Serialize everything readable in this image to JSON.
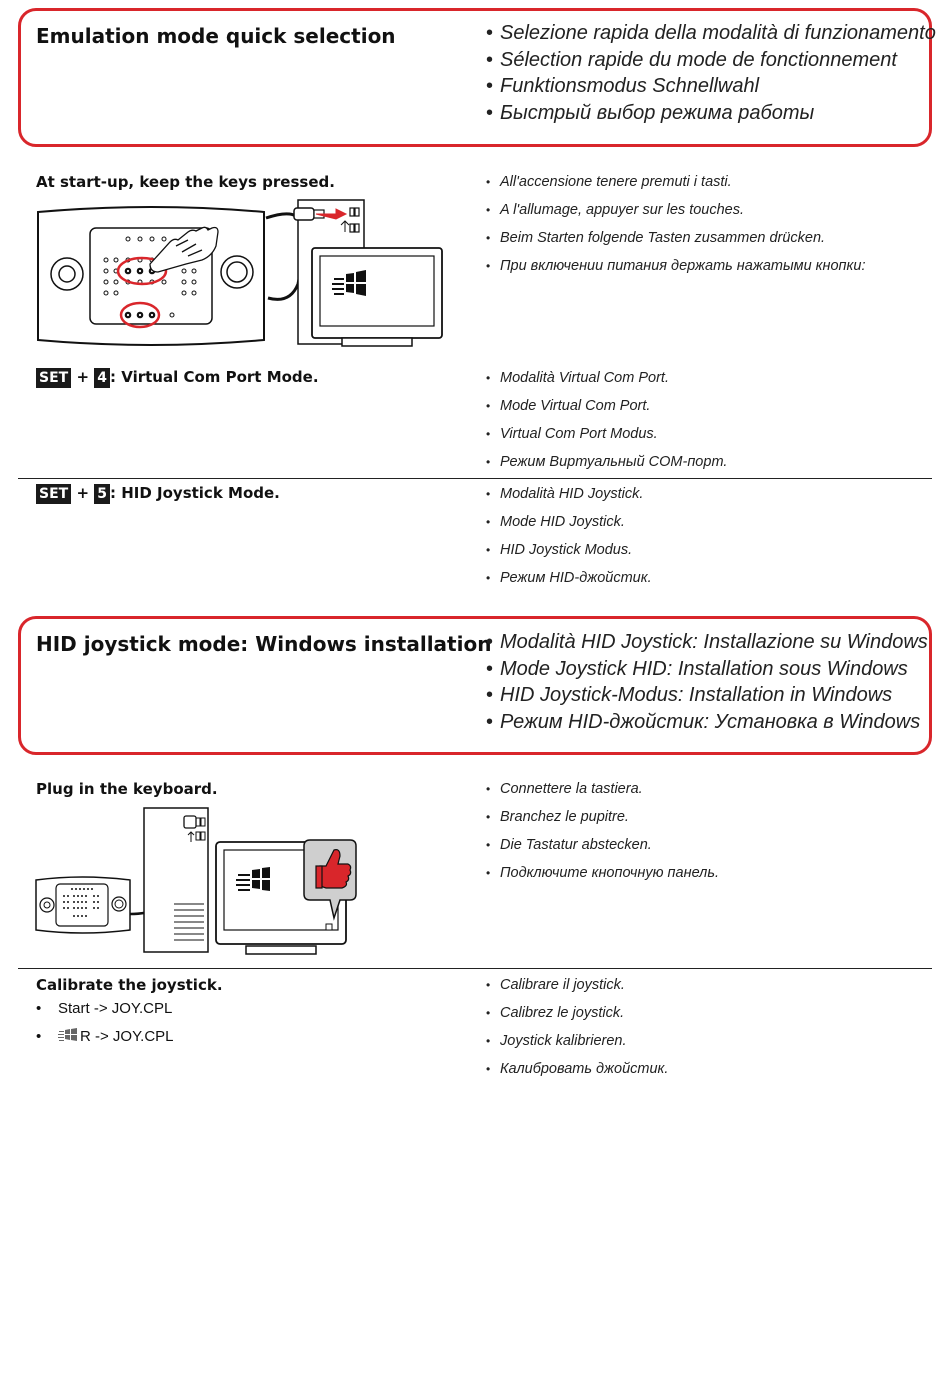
{
  "section1": {
    "title": "Emulation mode quick selection",
    "translations": [
      "Selezione rapida della modalità di funzionamento",
      "Sélection rapide du mode de fonctionnement",
      "Funktionsmodus Schnellwahl",
      "Быстрый выбор режима работы"
    ]
  },
  "startup": {
    "instruction": "At start-up, keep the keys pressed.",
    "translations": [
      "All'accensione tenere premuti i tasti.",
      "A l'allumage, appuyer sur les touches.",
      "Beim Starten folgende Tasten zusammen drücken.",
      "При включении питания держать нажатыми кнопки:"
    ]
  },
  "mode_vcp": {
    "key1": "SET",
    "plus": "+",
    "key2": "4",
    "label": ": Virtual Com Port Mode.",
    "translations": [
      "Modalità Virtual Com Port.",
      "Mode Virtual Com Port.",
      "Virtual Com Port Modus.",
      "Режим Виртуальный COM-порт."
    ]
  },
  "mode_hid": {
    "key1": "SET",
    "plus": "+",
    "key2": "5",
    "label": ": HID Joystick Mode.",
    "translations": [
      "Modalità HID Joystick.",
      "Mode HID Joystick.",
      "HID Joystick Modus.",
      "Режим HID-джойстик."
    ]
  },
  "section2": {
    "title": "HID joystick mode: Windows installation",
    "translations": [
      "Modalità HID Joystick: Installazione su Windows",
      "Mode Joystick HID: Installation sous Windows",
      "HID Joystick-Modus: Installation in Windows",
      "Режим HID-джойстик: Установка в Windows"
    ]
  },
  "plug": {
    "instruction": "Plug in the keyboard.",
    "translations": [
      "Connettere la tastiera.",
      "Branchez le pupitre.",
      "Die Tastatur abstecken.",
      "Подключите кнопочную панель."
    ]
  },
  "calibrate": {
    "instruction": "Calibrate the joystick.",
    "steps": [
      "Start -> JOY.CPL",
      "R -> JOY.CPL"
    ],
    "translations": [
      "Calibrare il joystick.",
      "Calibrez le joystick.",
      "Joystick kalibrieren.",
      "Калибровать джойстик."
    ]
  },
  "colors": {
    "accent": "#d9262b",
    "text": "#111111",
    "key_bg": "#1a1a1a"
  },
  "icons": [
    "hand-pointer-icon",
    "usb-plug-icon",
    "usb-symbol-icon",
    "windows-logo-icon",
    "thumbs-up-icon"
  ]
}
